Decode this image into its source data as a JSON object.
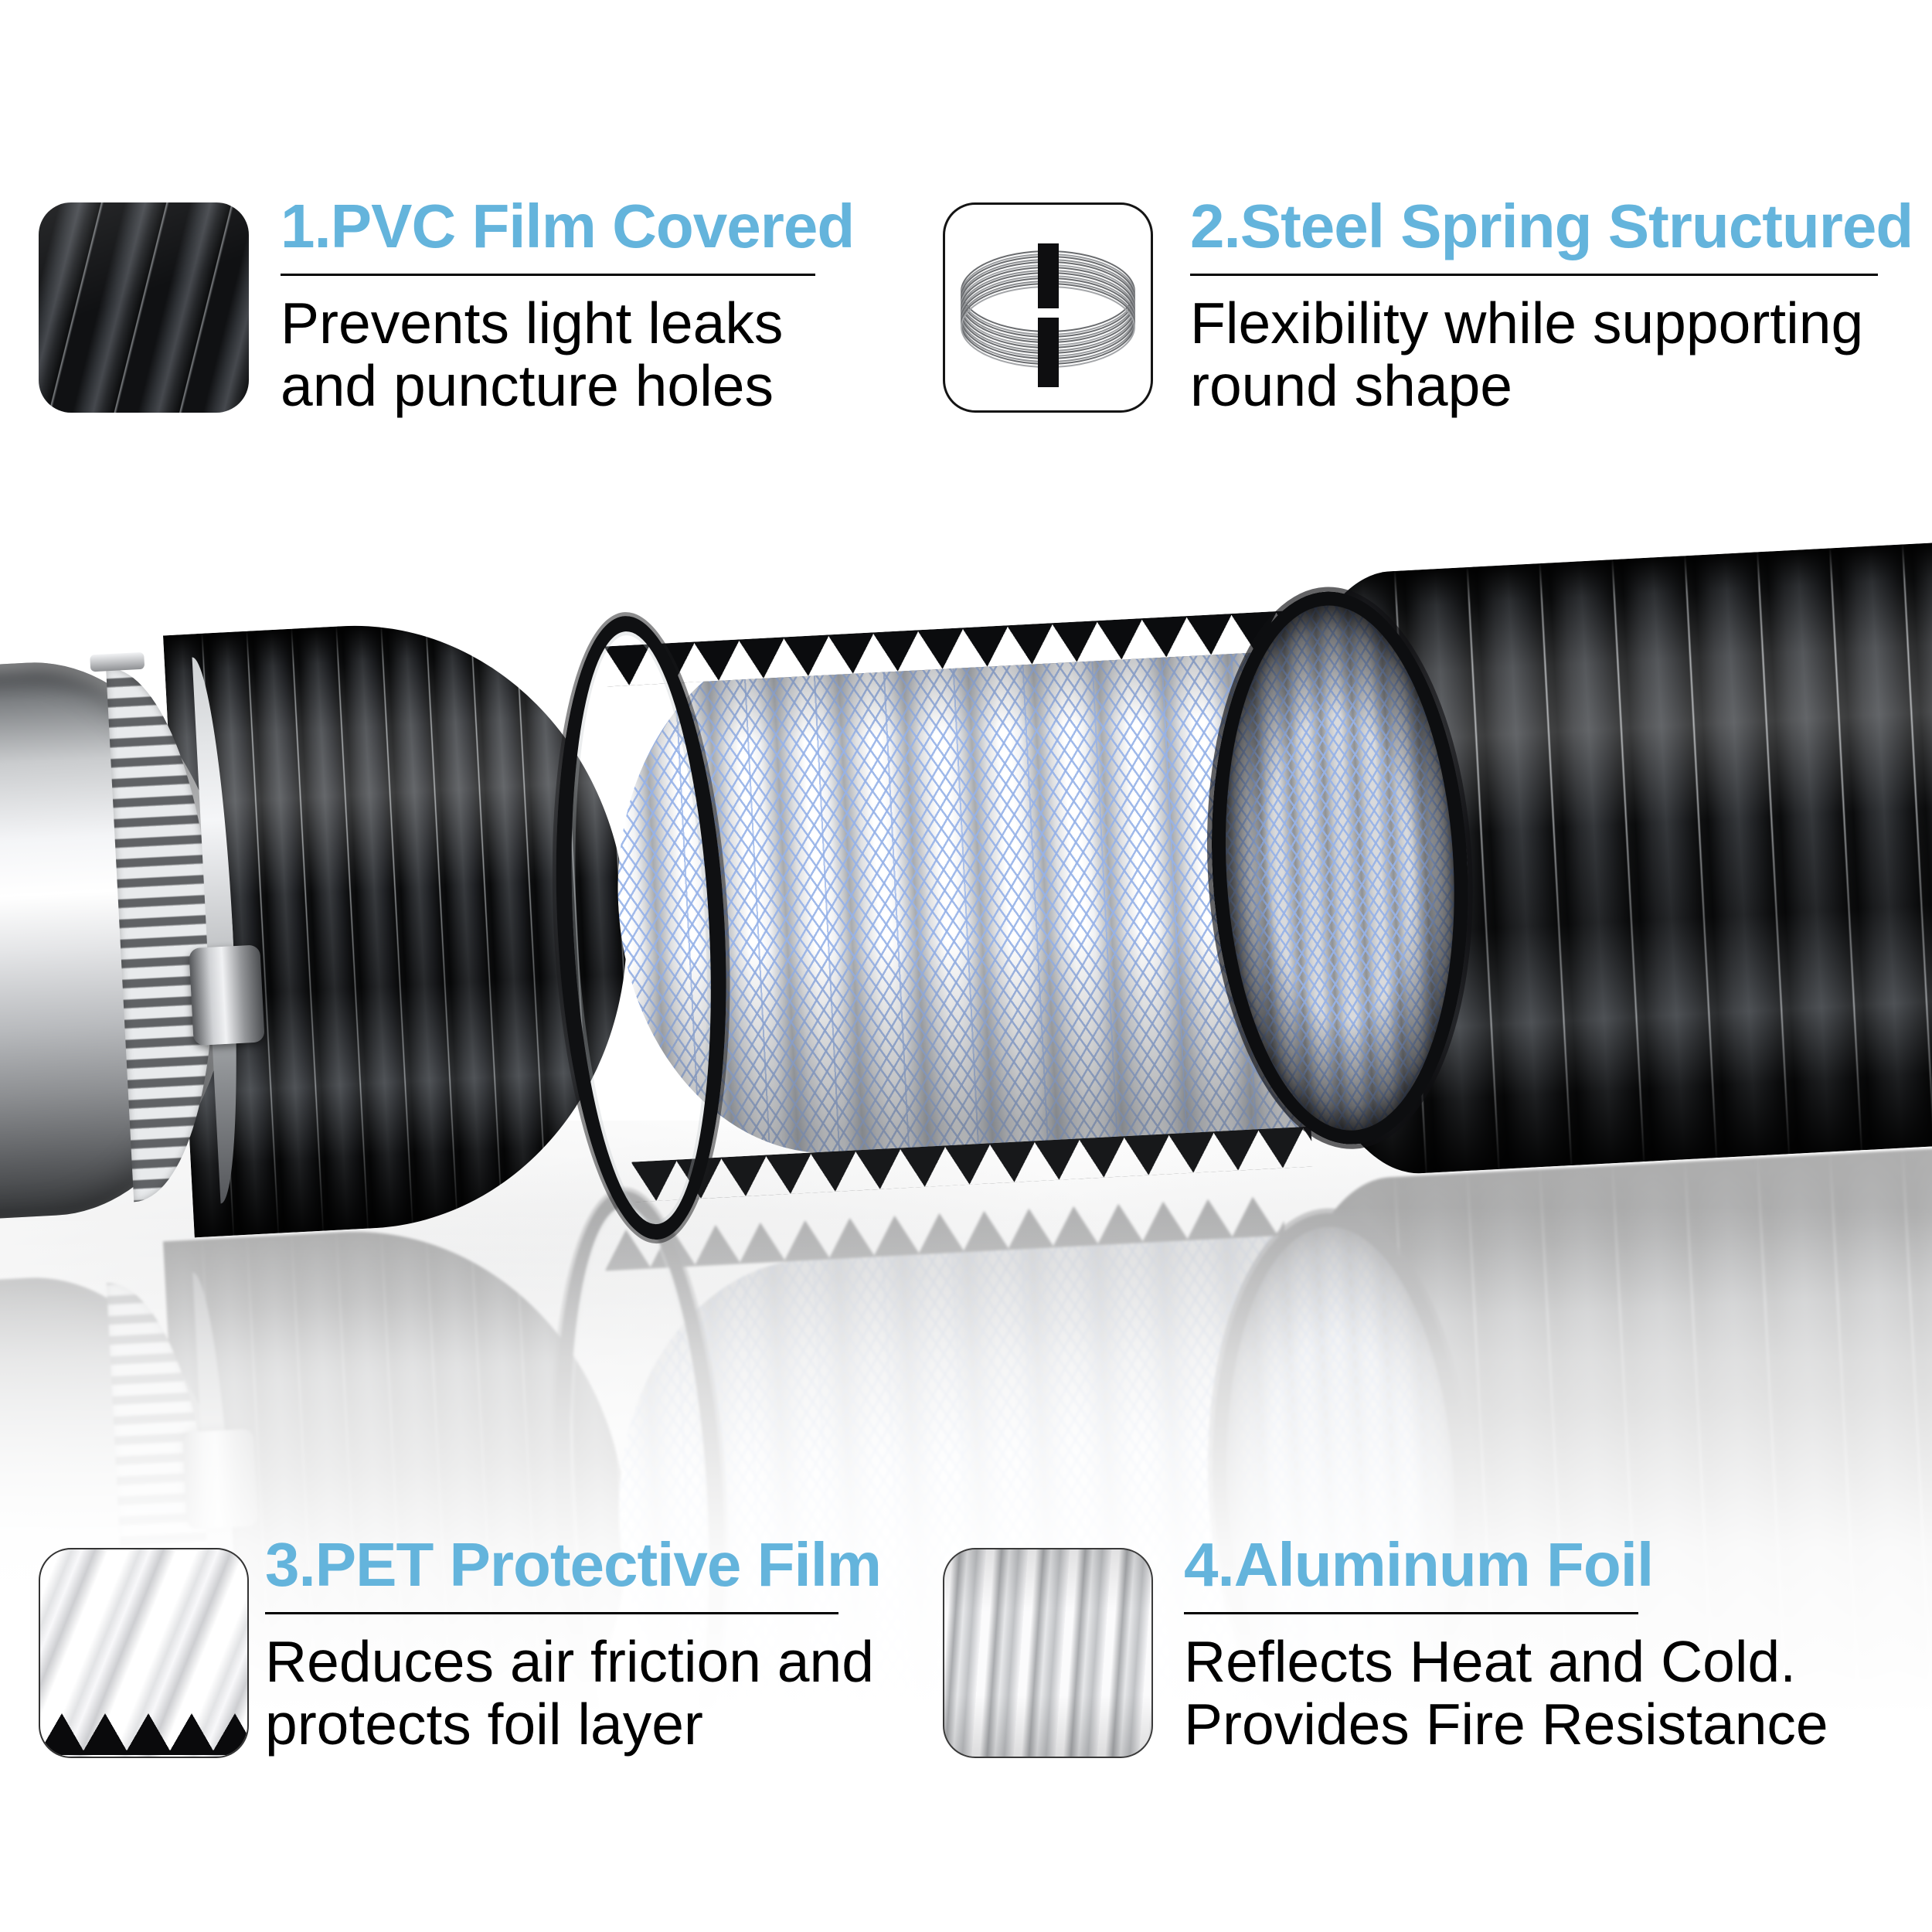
{
  "colors": {
    "accent_blue": "#64b4dc",
    "mesh_blue": "#96b2e8",
    "divider": "#000000",
    "body_text": "#000000",
    "background": "#ffffff"
  },
  "callouts": [
    {
      "title": "1.PVC Film Covered",
      "desc_line1": "Prevents light leaks",
      "desc_line2": "and puncture holes"
    },
    {
      "title": "2.Steel Spring Structured",
      "desc_line1": "Flexibility while supporting",
      "desc_line2": "round shape"
    },
    {
      "title": "3.PET Protective Film",
      "desc_line1": "Reduces air friction and",
      "desc_line2": "protects foil layer"
    },
    {
      "title": "4.Aluminum Foil",
      "desc_line1": "Reflects Heat and Cold.",
      "desc_line2": "Provides Fire Resistance"
    }
  ]
}
